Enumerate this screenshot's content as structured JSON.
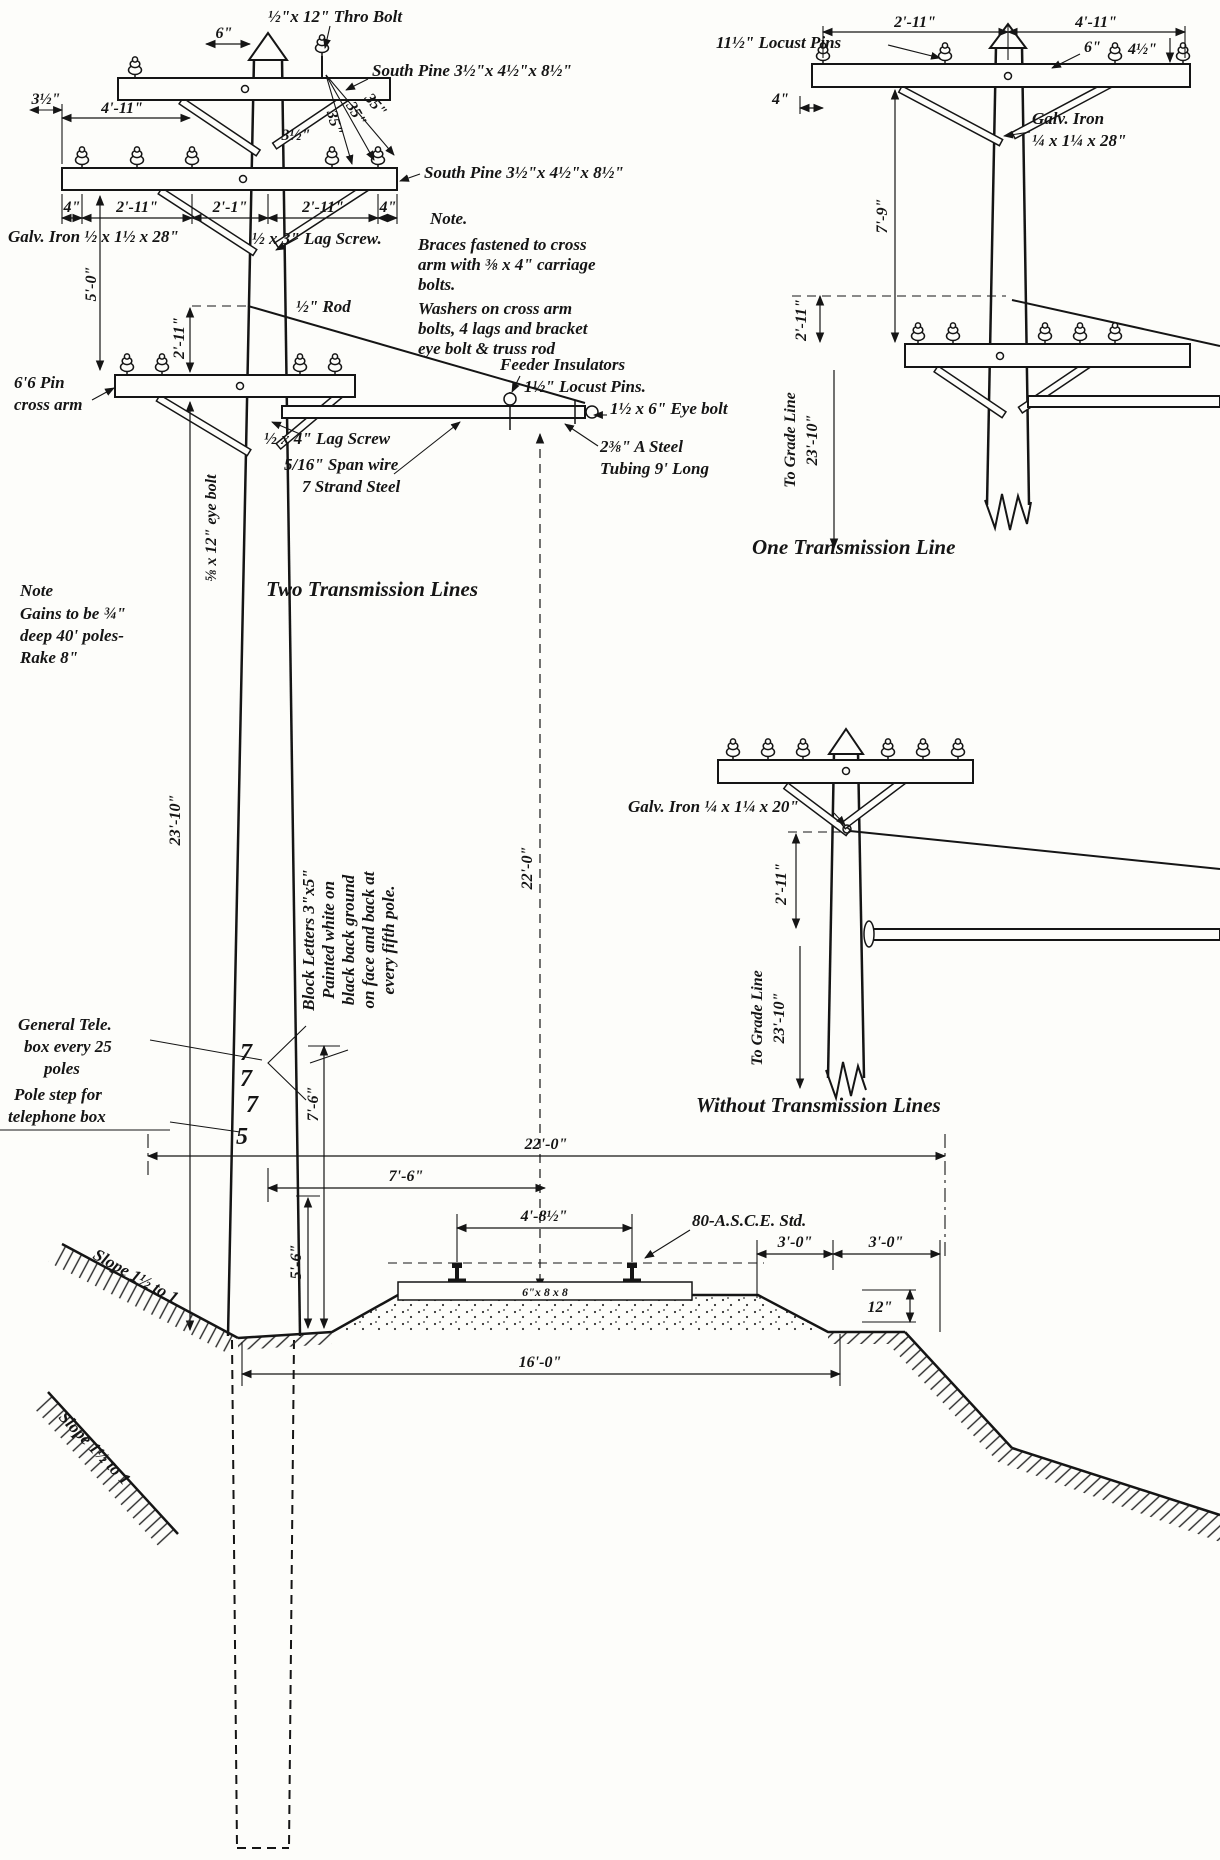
{
  "two": {
    "thro_bolt": "½\"x 12\" Thro Bolt",
    "dim_6": "6\"",
    "south_pine_1": "South Pine 3½\"x 4½\"x 8½\"",
    "dim_3half_a": "3½\"",
    "dim_4_11": "4'-11\"",
    "dim_35_a": "35\"",
    "dim_35_b": "35\"",
    "dim_35_c": "35\"",
    "dim_3half_b": "3½\"",
    "south_pine_2": "South Pine 3½\"x 4½\"x 8½\"",
    "dim_4_a": "4\"",
    "dim_2_11_a": "2'-11\"",
    "dim_2_1": "2'-1\"",
    "dim_2_11_b": "2'-11\"",
    "dim_4_b": "4\"",
    "galv_iron": "Galv. Iron ½ x 1½ x 28\"",
    "lag_screw_3": "½ x 3\" Lag Screw.",
    "note_title": "Note.",
    "note_l1": "Braces fastened to cross",
    "note_l2": "arm with ⅜ x 4\" carriage",
    "note_l3": "bolts.",
    "note_l4": "Washers on cross arm",
    "note_l5": "bolts, 4 lags and bracket",
    "note_l6": "eye bolt & truss rod",
    "dim_5_0": "5'-0\"",
    "dim_2_11_c": "2'-11\"",
    "rod": "½\" Rod",
    "feeder_insulators": "Feeder Insulators",
    "locust_pins": "1½\" Locust Pins.",
    "pin_arm_l1": "6'6 Pin",
    "pin_arm_l2": "cross arm",
    "lag_screw_4": "½ x 4\" Lag Screw",
    "eye_bolt_12": "⅝ x 12\" eye bolt",
    "span_wire_l1": "5/16\" Span wire",
    "span_wire_l2": "7 Strand Steel",
    "eye_bolt_6": "1½ x 6\" Eye bolt",
    "tubing_l1": "2⅜\" A Steel",
    "tubing_l2": "Tubing 9' Long",
    "title": "Two Transmission Lines",
    "gains_l1": "Note",
    "gains_l2": "Gains to be ¾\"",
    "gains_l3": "deep 40' poles-",
    "gains_l4": "Rake 8\"",
    "dim_23_10": "23'-10\"",
    "dim_22_0": "22'-0\"",
    "block_l1": "Block Letters 3\"x5\"",
    "block_l2": "Painted white on",
    "block_l3": "black back ground",
    "block_l4": "on face and back at",
    "block_l5": "every fifth pole.",
    "tele_l1": "General Tele.",
    "tele_l2": "box every 25",
    "tele_l3": "poles",
    "pole_num_1": "7",
    "pole_num_2": "7",
    "pole_num_3": "7",
    "pole_num_4": "5",
    "pole_step_l1": "Pole step for",
    "pole_step_l2": "telephone box",
    "dim_7_6": "7'-6\""
  },
  "one": {
    "dim_2_11_top": "2'-11\"",
    "dim_4_11_top": "4'-11\"",
    "locust_pins": "11½\" Locust Pins",
    "dim_6": "6\"",
    "dim_4half": "4½\"",
    "dim_4": "4\"",
    "galv_l1": "Galv. Iron",
    "galv_l2": "¼ x 1¼ x 28\"",
    "dim_7_9": "7'-9\"",
    "dim_2_11": "2'-11\"",
    "grade_l1": "To Grade Line",
    "grade_l2": "23'-10\"",
    "title": "One Transmission Line"
  },
  "without": {
    "galv": "Galv. Iron ¼ x 1¼ x 20\"",
    "dim_2_11": "2'-11\"",
    "grade_l1": "To Grade Line",
    "grade_l2": "23'-10\"",
    "title": "Without Transmission Lines"
  },
  "ground": {
    "dim_22_0": "22'-0\"",
    "dim_7_6": "7'-6\"",
    "dim_5_6": "5'-6\"",
    "dim_4_8half": "4'-8½\"",
    "asce": "80-A.S.C.E. Std.",
    "dim_3_0_a": "3'-0\"",
    "dim_3_0_b": "3'-0\"",
    "dim_12": "12\"",
    "tie": "6\"x 8 x 8",
    "dim_16_0": "16'-0\"",
    "slope_a": "Slope 1½ to 1",
    "slope_b": "Slope 1½ to 1"
  }
}
